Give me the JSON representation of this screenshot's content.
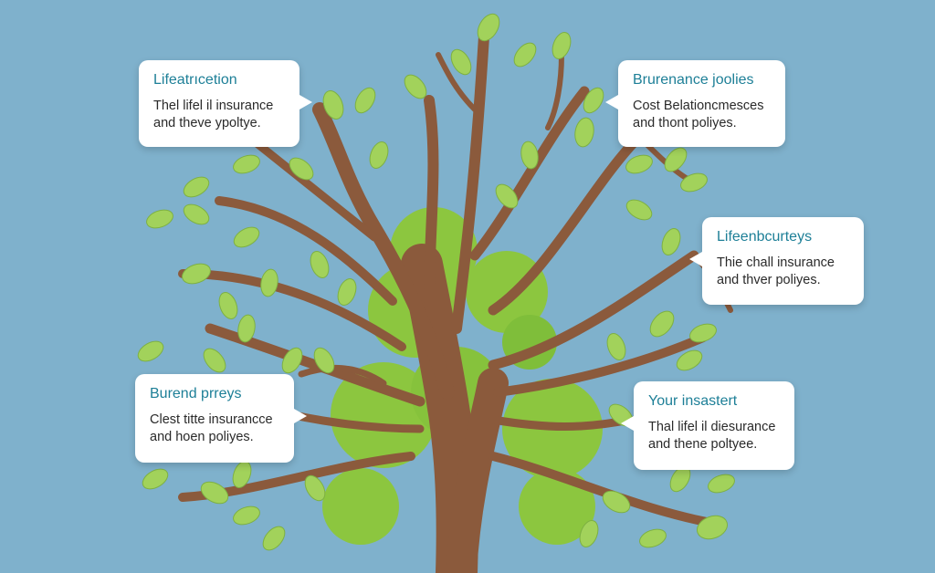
{
  "callouts": [
    {
      "title": "Lifeatrıcetion",
      "body": "Thel lifel il insurance\nand theve ypoltye."
    },
    {
      "title": "Brurenance joolies",
      "body": "Cost Belationcmesces\nand thont poliyes."
    },
    {
      "title": "Lifeenbcurteys",
      "body": "Thie chall insurance\nand thver poliyes."
    },
    {
      "title": "Burend prreys",
      "body": "Clest titte insurancce\nand hoen poliyes."
    },
    {
      "title": "Your insastert",
      "body": "Thal lifel il diesurance\nand thene poltyee."
    }
  ],
  "colors": {
    "background": "#7fb1cc",
    "trunk": "#8b5a3c",
    "canopy": "#8cc63f",
    "leaf": "#a2d25b",
    "title_text": "#1d7f97"
  }
}
